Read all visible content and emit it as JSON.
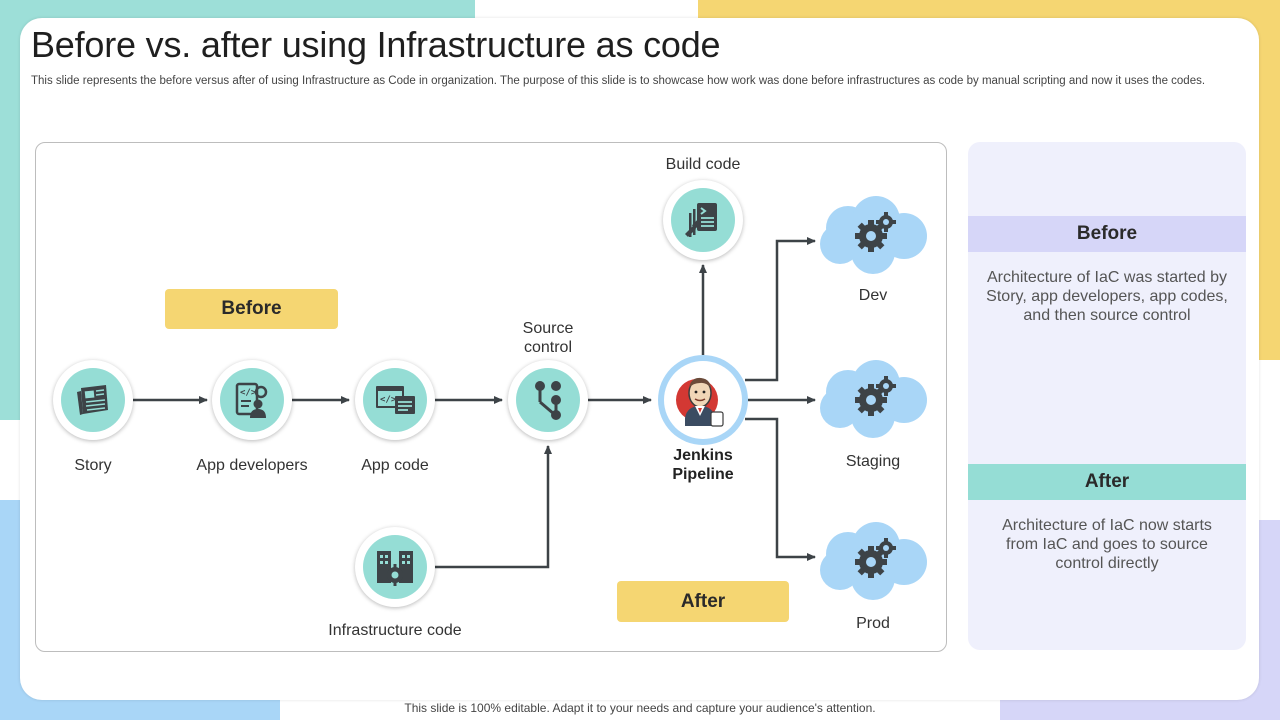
{
  "title": "Before vs. after using Infrastructure as code",
  "subtitle": "This slide represents the before versus after of using Infrastructure as Code in organization. The purpose of this slide is to showcase how work was done before infrastructures as code by manual scripting and now it uses the codes.",
  "nodes": {
    "story": "Story",
    "app_developers": "App developers",
    "app_code": "App code",
    "source_control": "Source control",
    "build_code": "Build code",
    "jenkins_pipeline": "Jenkins Pipeline",
    "infrastructure_code": "Infrastructure code",
    "dev": "Dev",
    "staging": "Staging",
    "prod": "Prod"
  },
  "tags": {
    "before": "Before",
    "after": "After"
  },
  "side_panel": {
    "before_heading": "Before",
    "before_text": "Architecture of IaC was started by Story, app developers, app codes, and then source control",
    "after_heading": "After",
    "after_text": "Architecture of IaC now starts from IaC and goes to source control directly"
  },
  "footer": "This slide is 100% editable. Adapt it to your needs and capture your audience's attention.",
  "colors": {
    "teal": "#95ddd5",
    "yellow": "#f5d672",
    "cloud_blue": "#a9d6f7",
    "lavender": "#d6d6f8",
    "panel_bg": "#eff0fc",
    "icon_dark": "#3d4347"
  },
  "icons": [
    "newspaper-icon",
    "developer-icon",
    "code-window-icon",
    "branch-icon",
    "build-document-icon",
    "jenkins-logo",
    "building-gear-icon",
    "gear-icon"
  ]
}
